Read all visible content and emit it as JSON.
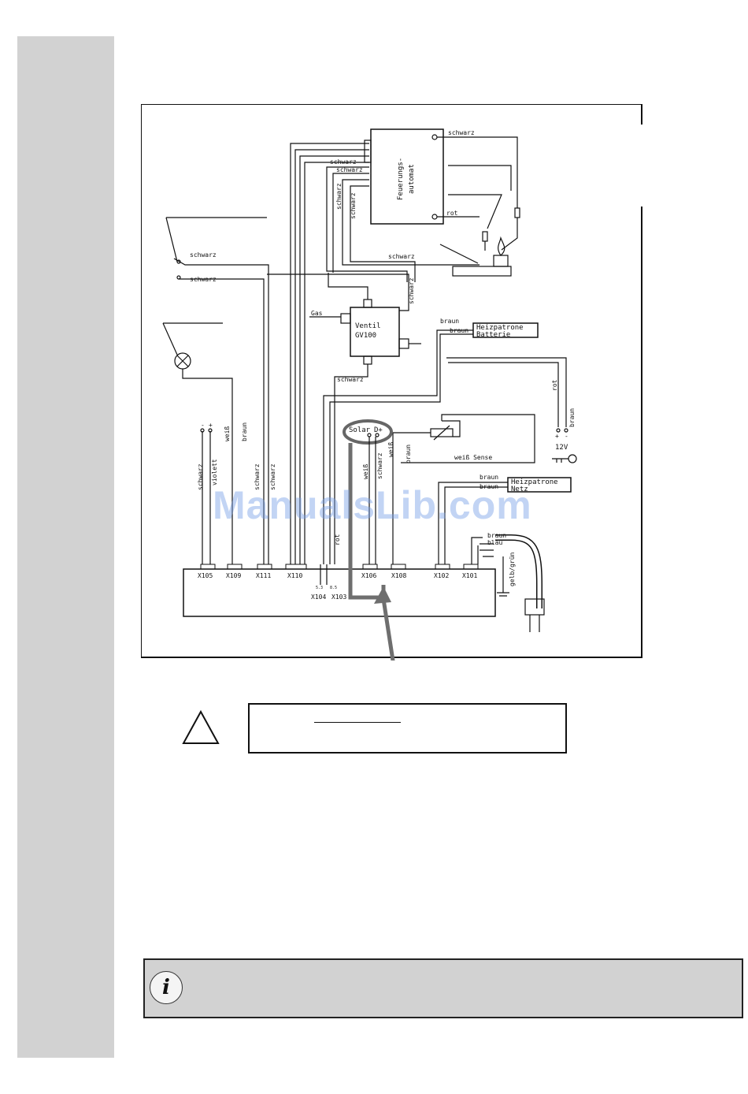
{
  "wire_labels": {
    "schwarz": "schwarz",
    "rot": "rot",
    "braun": "braun",
    "blau": "blau",
    "weiss": "weiß",
    "violett": "violett",
    "weiss_sense": "weiß Sense",
    "gelb_gruen": "gelb/grün"
  },
  "components": {
    "feuerungsautomat_line1": "Feuerungs-",
    "feuerungsautomat_line2": "automat",
    "gas": "Gas",
    "ventil_line1": "Ventil",
    "ventil_line2": "GV100",
    "heizpatrone_batterie_line1": "Heizpatrone",
    "heizpatrone_batterie_line2": "Batterie",
    "heizpatrone_netz_line1": "Heizpatrone",
    "heizpatrone_netz_line2": "Netz",
    "solar": "Solar",
    "d_plus": "D+",
    "voltage": "12V",
    "plus": "+",
    "minus": "-",
    "pin_5_3": "5.3",
    "pin_8_3": "8.5"
  },
  "connectors": [
    "X105",
    "X109",
    "X111",
    "X110",
    "X104",
    "X103",
    "X106",
    "X108",
    "X102",
    "X101"
  ],
  "watermark": "ManualsLib.com",
  "colors": {
    "highlight": "#6e6e6e",
    "sidebar": "#d2d2d2",
    "watermark": "#7aa0e6"
  },
  "icons": {
    "warning": "warning-triangle-icon",
    "info": "info-icon"
  },
  "info_glyph": "i"
}
